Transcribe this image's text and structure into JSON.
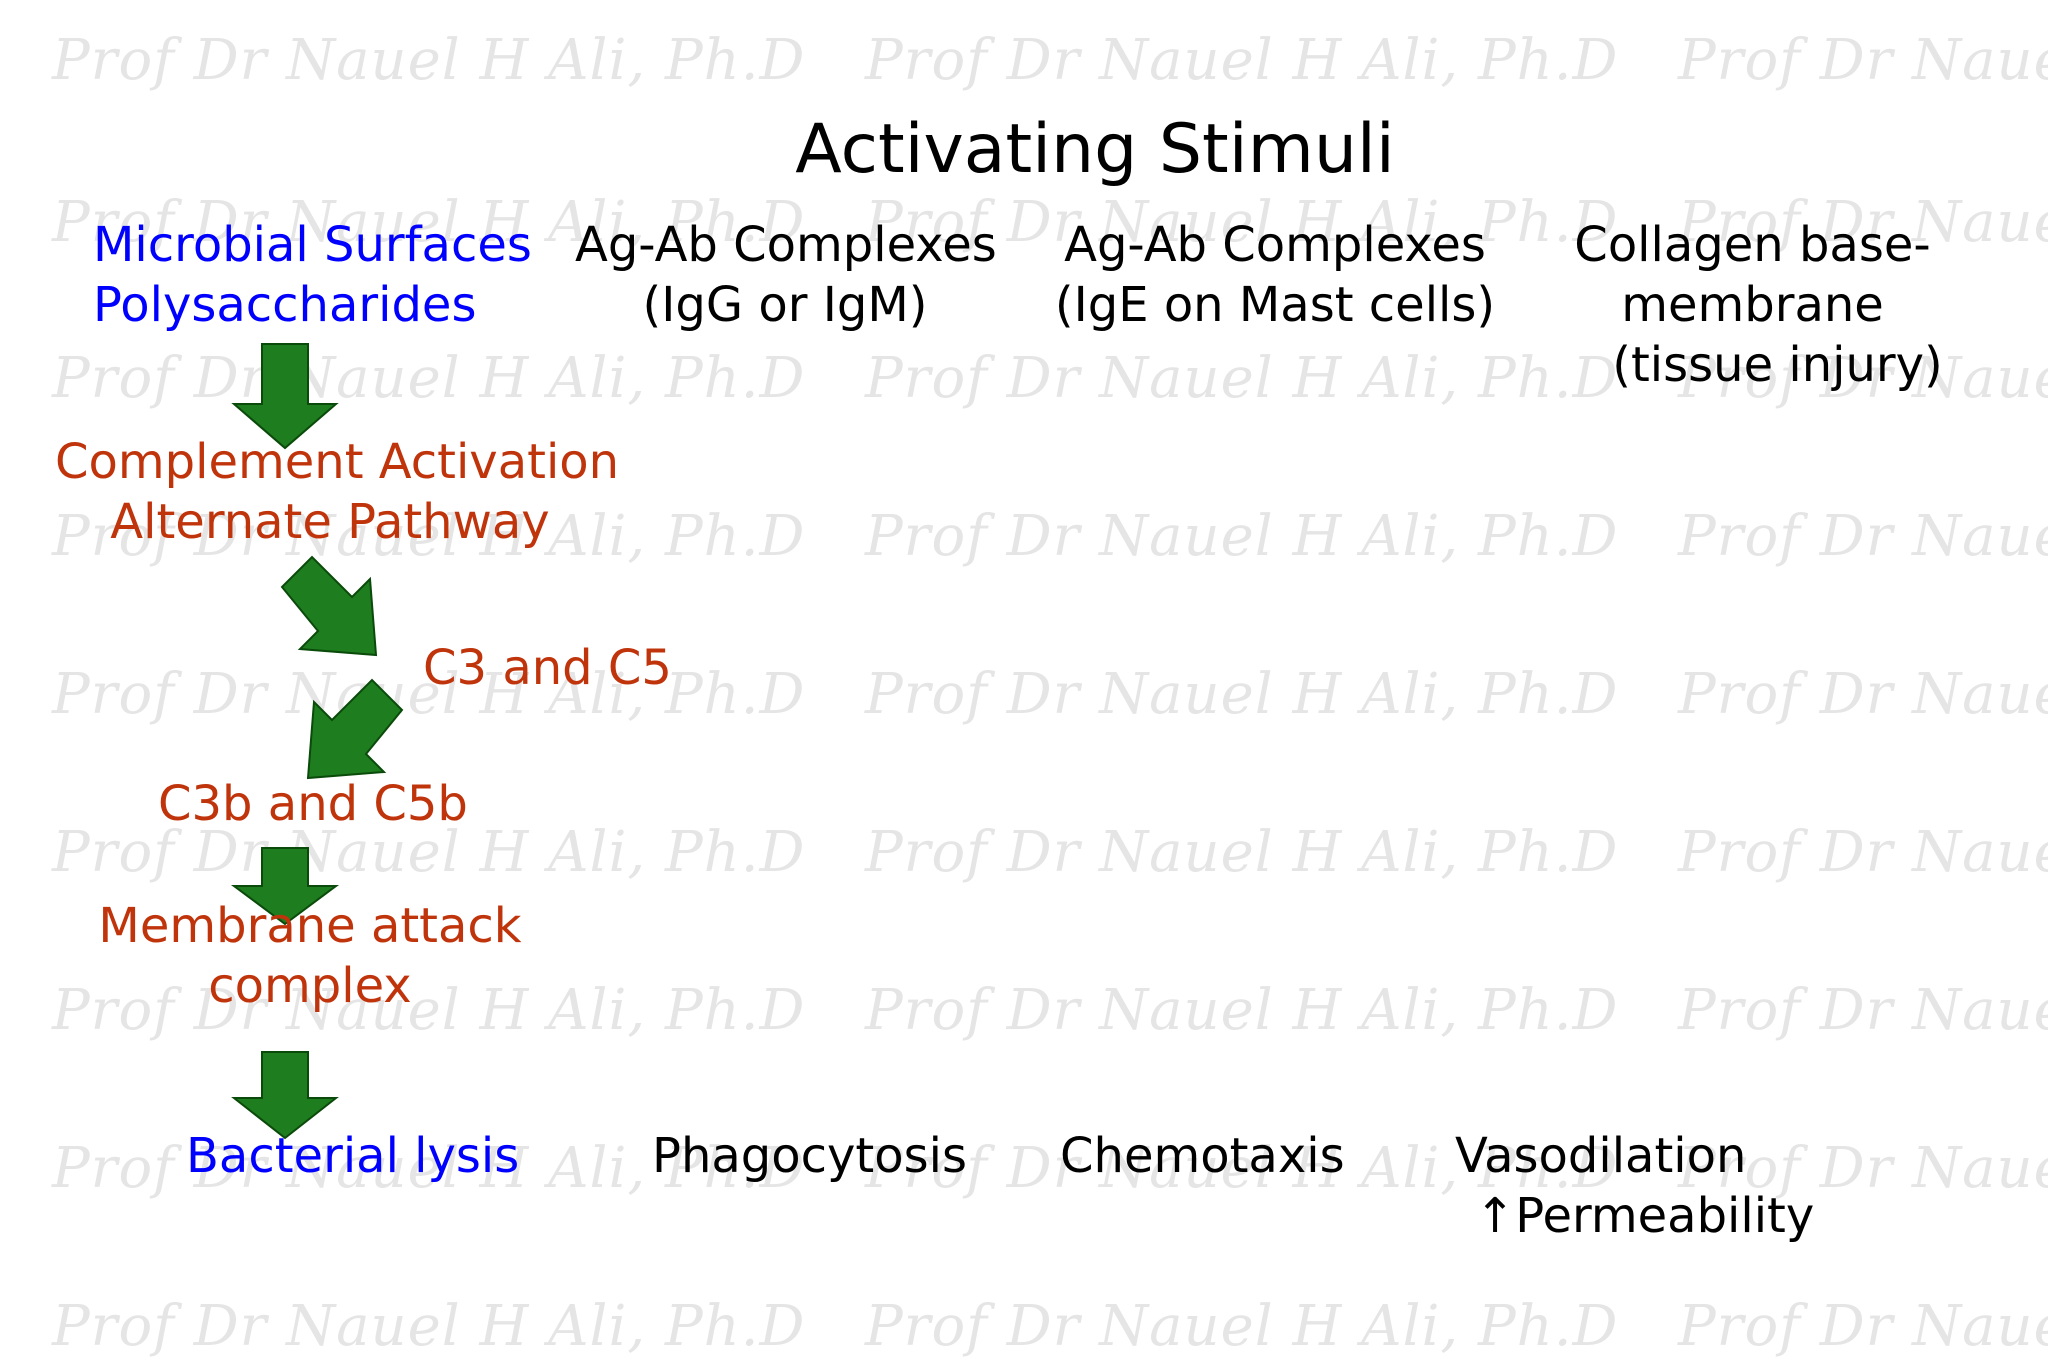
{
  "watermark": "Prof Dr Nauel H Ali, Ph.D",
  "title": "Activating Stimuli",
  "stimuli": {
    "microbial": [
      "Microbial Surfaces",
      "Polysaccharides"
    ],
    "agab_igg": [
      "Ag-Ab Complexes",
      "(IgG or IgM)"
    ],
    "agab_ige": [
      "Ag-Ab Complexes",
      "(IgE on Mast cells)"
    ],
    "collagen": [
      "Collagen base-",
      "membrane",
      "(tissue injury)"
    ]
  },
  "pathway": {
    "complement": [
      "Complement Activation",
      "Alternate Pathway"
    ],
    "c3_c5": "C3 and C5",
    "c3b_c5b": "C3b and C5b",
    "mac": [
      "Membrane attack",
      "complex"
    ]
  },
  "outcomes": {
    "lysis": "Bacterial lysis",
    "phagocytosis": "Phagocytosis",
    "chemotaxis": "Chemotaxis",
    "vasodilation": [
      "Vasodilation",
      "↑Permeability"
    ]
  },
  "colors": {
    "blue": "#0000ff",
    "red": "#c0340c",
    "arrow_fill": "#1e7d1e",
    "arrow_stroke": "#0a4a0a",
    "watermark": "#e5e5e5"
  }
}
